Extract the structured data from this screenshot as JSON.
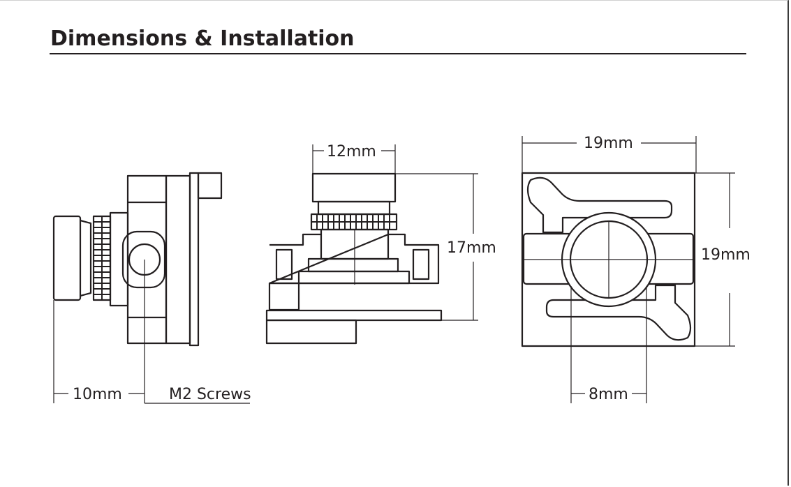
{
  "title": "Dimensions & Installation",
  "dimensions": {
    "side_lens_depth": "10mm",
    "side_screws": "M2 Screws",
    "front_lens_width": "12mm",
    "front_height": "17mm",
    "back_width": "19mm",
    "back_height": "19mm",
    "back_hole_spacing": "8mm"
  },
  "colors": {
    "stroke": "#231f20",
    "background": "#ffffff"
  }
}
